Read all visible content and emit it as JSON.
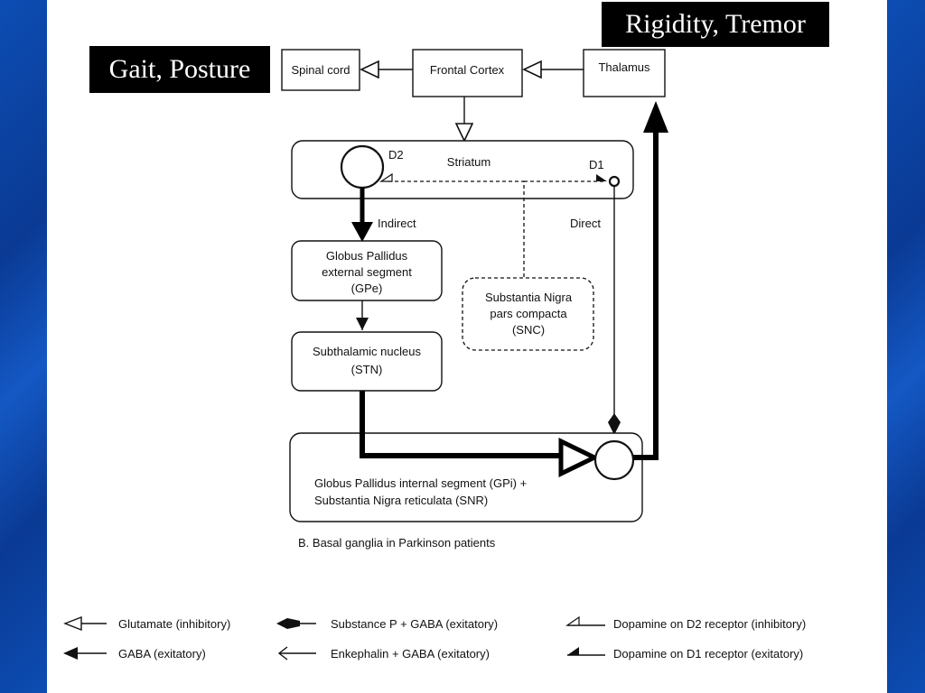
{
  "callouts": {
    "gait_posture": "Gait, Posture",
    "rigidity_tremor": "Rigidity, Tremor"
  },
  "nodes": {
    "spinal_cord": "Spinal cord",
    "frontal_cortex": "Frontal Cortex",
    "thalamus": "Thalamus",
    "striatum": "Striatum",
    "d2": "D2",
    "d1": "D1",
    "gpe": [
      "Globus Pallidus",
      "external segment",
      "(GPe)"
    ],
    "stn": [
      "Subthalamic nucleus",
      "(STN)"
    ],
    "snc": [
      "Substantia Nigra",
      "pars compacta",
      "(SNC)"
    ],
    "gpi": [
      "Globus Pallidus internal segment (GPi) +",
      "Substantia Nigra reticulata (SNR)"
    ]
  },
  "pathways": {
    "indirect": "Indirect",
    "direct": "Direct"
  },
  "caption": "B. Basal ganglia in Parkinson patients",
  "legend": [
    {
      "icon": "open-triangle-arrow",
      "label": "Glutamate (inhibitory)"
    },
    {
      "icon": "diamond-arrow",
      "label": "Substance P + GABA (exitatory)"
    },
    {
      "icon": "half-open-arrow",
      "label": "Dopamine on D2 receptor (inhibitory)"
    },
    {
      "icon": "filled-triangle-arrow",
      "label": "GABA (exitatory)"
    },
    {
      "icon": "line-arrow",
      "label": "Enkephalin + GABA (exitatory)"
    },
    {
      "icon": "half-filled-arrow",
      "label": "Dopamine on D1 receptor (exitatory)"
    }
  ],
  "colors": {
    "background_band": "#0a3f9c",
    "slide": "#ffffff",
    "callout_bg": "#000000",
    "callout_text": "#ffffff"
  }
}
